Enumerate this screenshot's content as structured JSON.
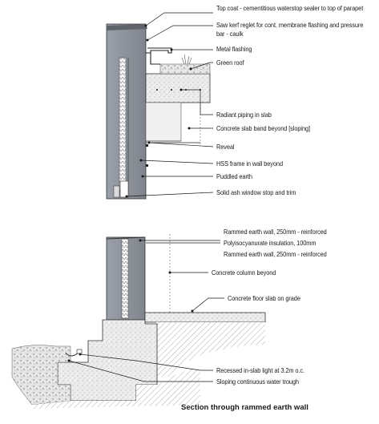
{
  "upper_section": {
    "labels": [
      "Top coat - cementitious waterstop sealer to top of parapet",
      "Saw kerf reglet for cont. membrane flashing and pressure",
      "bar - caulk",
      "Metal flashing",
      "Green roof",
      "Radiant piping in slab",
      "Concrete slab band beyond [sloping]",
      "Reveal",
      "HSS frame in wall beyond",
      "Puddled earth",
      "Solid ash window stop and trim"
    ]
  },
  "lower_section": {
    "labels": [
      "Rammed earth wall, 250mm - reinforced",
      "Polyisocyanurate insulation, 100mm",
      "Rammed earth wall, 250mm - reinforced",
      "Concrete column beyond",
      "Concrete floor slab on grade",
      "Recessed in-slab light at 3.2m o.c.",
      "Sloping continuous water trough"
    ]
  },
  "caption": "Section through rammed earth wall",
  "colors": {
    "rammed_earth": "#8e939c",
    "concrete": "#ececec",
    "line": "#1a1a1a"
  }
}
